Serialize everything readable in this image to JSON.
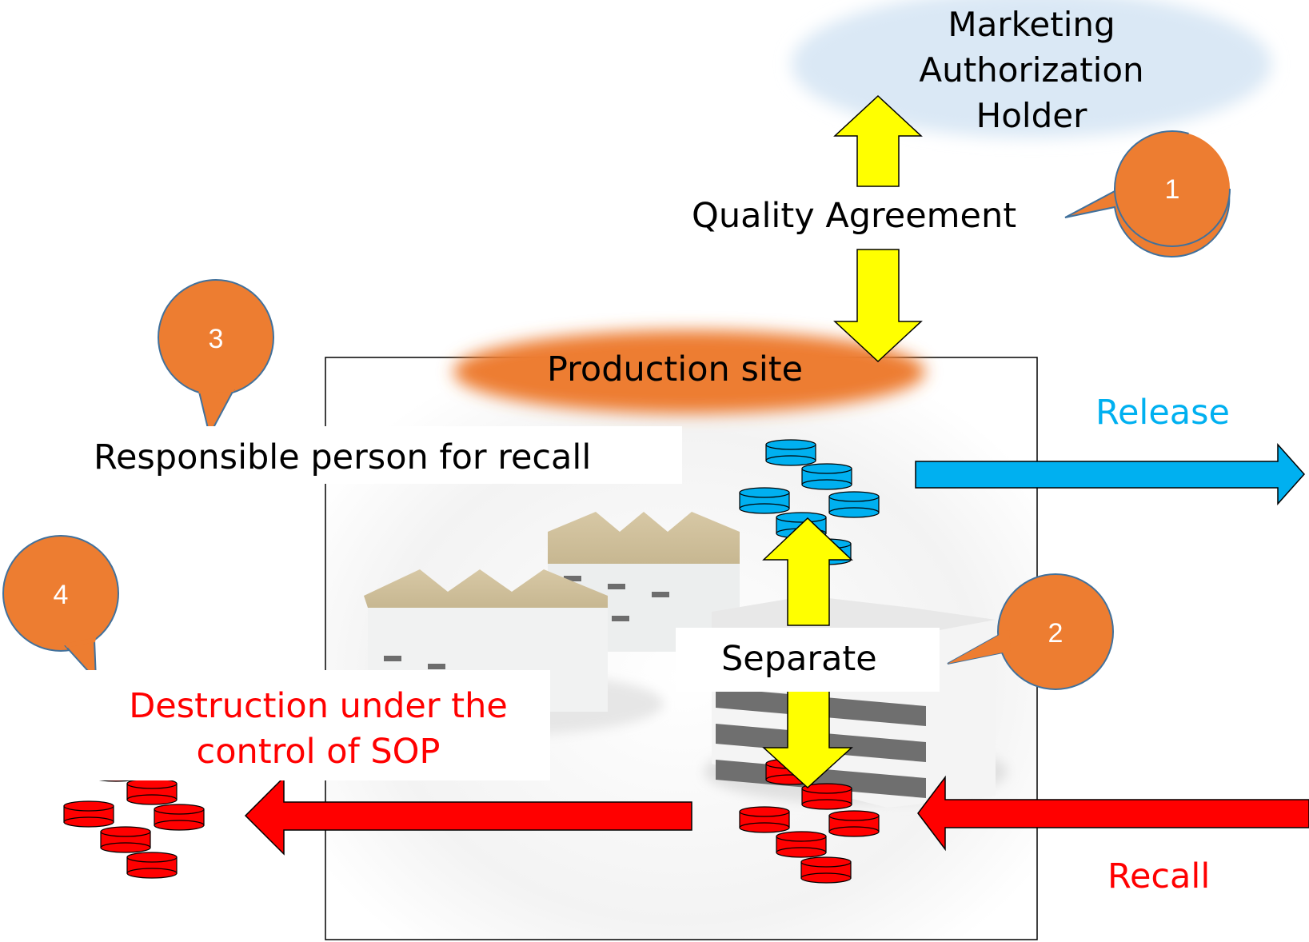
{
  "diagram": {
    "mah_label": [
      "Marketing",
      "Authorization",
      "Holder"
    ],
    "quality_agreement": "Quality Agreement",
    "production_site": "Production site",
    "release": "Release",
    "responsible_person": "Responsible person for recall",
    "separate": "Separate",
    "destruction": [
      "Destruction under the",
      "control of SOP"
    ],
    "recall": "Recall",
    "callouts": [
      "1",
      "2",
      "3",
      "4"
    ]
  },
  "colors": {
    "yellow_arrow": "#ffff00",
    "blue_arrow": "#00b0f0",
    "red_arrow": "#ff0000",
    "callout_fill": "#ed7d31",
    "callout_stroke": "#41719c",
    "ellipse_blue": "#dae8f5",
    "ellipse_orange": "#ed7d31",
    "release_text": "#00b0f0",
    "red_text": "#ff0000"
  }
}
